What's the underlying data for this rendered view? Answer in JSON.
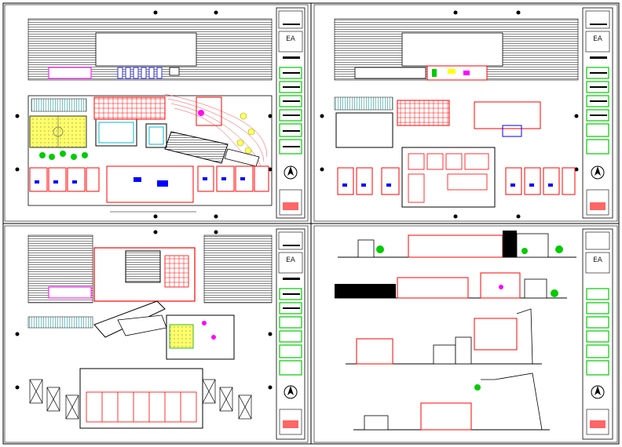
{
  "sheets": [
    {
      "id": "sheet-top-left",
      "title_block_code": "EA",
      "content": "site-plan"
    },
    {
      "id": "sheet-top-right",
      "title_block_code": "EA",
      "content": "first-floor-plan"
    },
    {
      "id": "sheet-bottom-left",
      "title_block_code": "EA",
      "content": "second-floor-plan"
    },
    {
      "id": "sheet-bottom-right",
      "title_block_code": "EA",
      "content": "sections-elevations"
    }
  ],
  "colors": {
    "line": "#000000",
    "wall": "#ff0000",
    "accent_green": "#00cc00",
    "accent_magenta": "#ff00ff",
    "accent_cyan": "#00bcd4",
    "accent_yellow": "#ffff00",
    "accent_blue": "#0000ff"
  }
}
